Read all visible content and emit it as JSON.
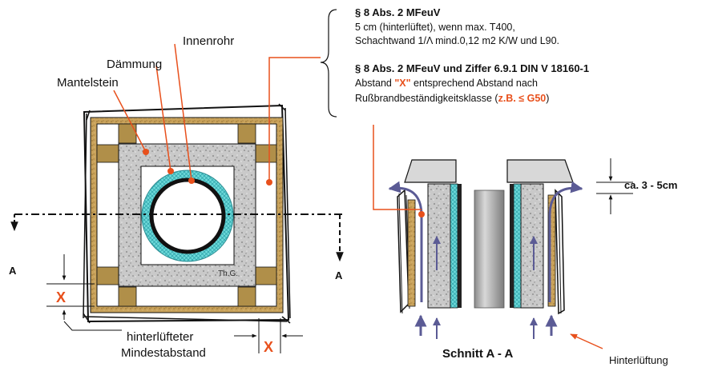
{
  "colors": {
    "accent_orange": "#e8501c",
    "arrow_blue": "#5b5b95",
    "insulation_cyan": "#5fd6d6",
    "wood_tan": "#c79a4d",
    "corner_brown": "#a88a45",
    "stone_gray": "#c8c8c8",
    "cap_gray": "#d6d6d6"
  },
  "regulation": {
    "heading1": "§ 8 Abs. 2 MFeuV",
    "line1": "5 cm (hinterlüftet), wenn max. T400,",
    "line2": "Schachtwand 1/Λ mind.0,12 m2 K/W und L90.",
    "heading2": "§ 8 Abs. 2 MFeuV und Ziffer 6.9.1 DIN V 18160-1",
    "line3_a": "Abstand ",
    "line3_x": "\"X\"",
    "line3_b": " entsprechend Abstand nach",
    "line4_a": "Rußbrandbeständigkeitsklasse  (",
    "line4_b": "z.B. ≤ G50",
    "line4_c": ")"
  },
  "plan_labels": {
    "innenrohr": "Innenrohr",
    "daemmung": "Dämmung",
    "mantelstein": "Mantelstein",
    "section_left": "A",
    "section_right": "A",
    "author": "Th.G.",
    "x_left": "X",
    "x_bottom": "X",
    "caption_line1": "hinterlüfteter",
    "caption_line2": "Mindestabstand"
  },
  "section_labels": {
    "gap": "ca. 3 - 5cm",
    "title": "Schnitt A - A",
    "airflow": "Hinterlüftung"
  }
}
